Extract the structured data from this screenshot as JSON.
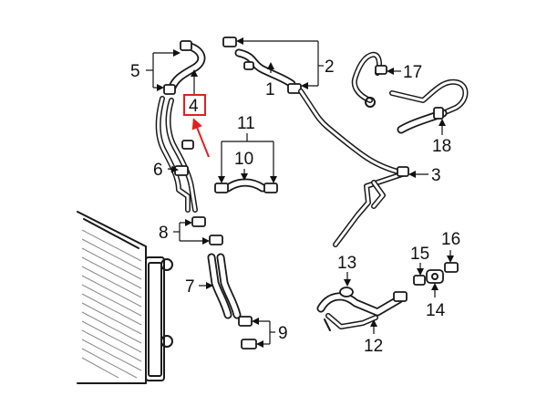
{
  "diagram": {
    "callouts": {
      "c1": "1",
      "c2": "2",
      "c3": "3",
      "c4": "4",
      "c5": "5",
      "c6": "6",
      "c7": "7",
      "c8": "8",
      "c9": "9",
      "c10": "10",
      "c11": "11",
      "c12": "12",
      "c13": "13",
      "c14": "14",
      "c15": "15",
      "c16": "16",
      "c17": "17",
      "c18": "18"
    },
    "highlight_color": "#e02020",
    "highlighted_callout": "4"
  }
}
